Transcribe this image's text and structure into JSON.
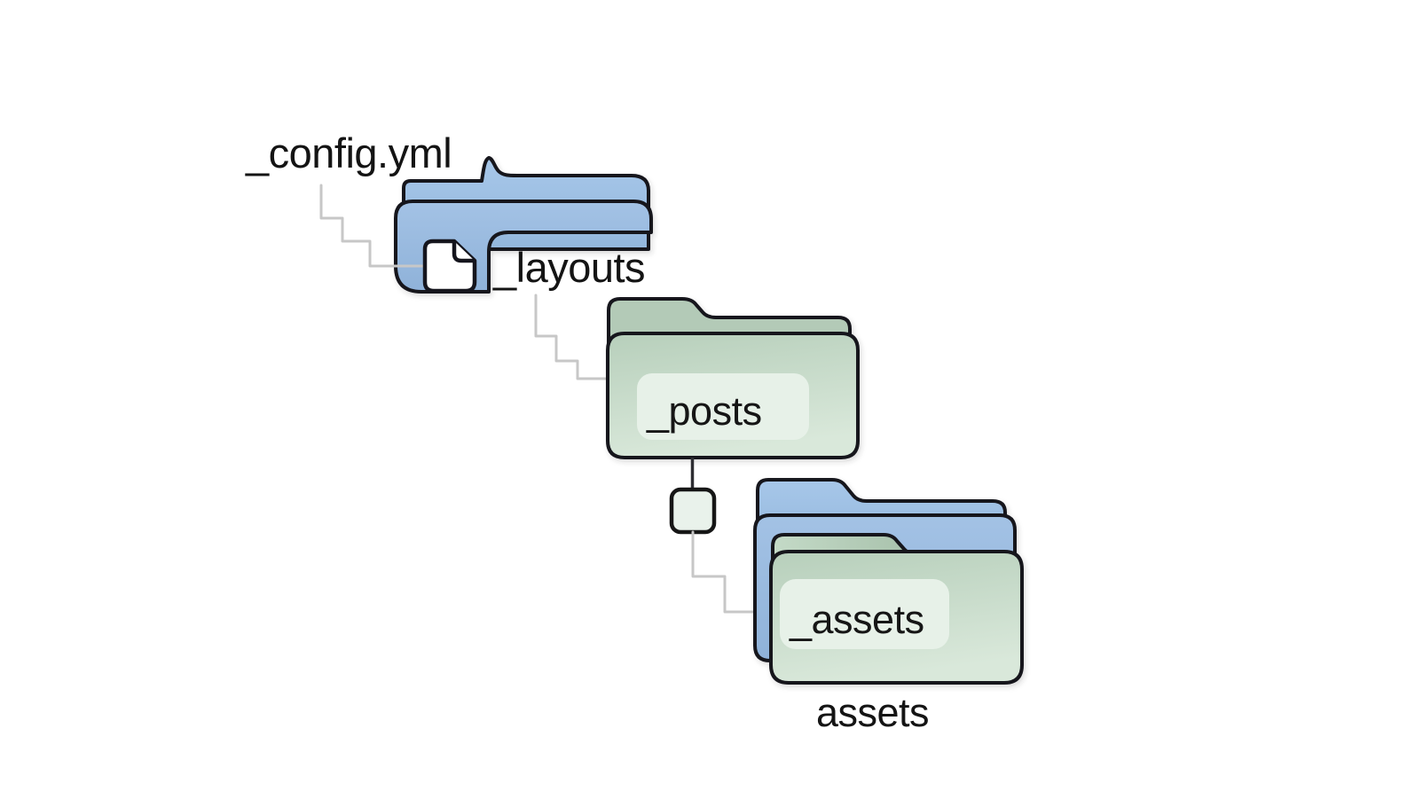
{
  "diagram": {
    "background_color": "#ffffff",
    "outline_color": "#15151d",
    "connector_gray_color": "#c7c7c7",
    "connector_dark_color": "#2e2e33",
    "folder_blue_color": "#9ec1e5",
    "folder_green_color": "#c1d7c4",
    "label_badge_color": "#e7f1e8",
    "file_icon_color": "#ffffff",
    "nodes": [
      {
        "id": "config",
        "label": "_config.yml",
        "kind": "file",
        "icon": "file-icon",
        "color_name": "white"
      },
      {
        "id": "layouts",
        "label": "_layouts",
        "kind": "folder",
        "icon": "folder-icon",
        "color_name": "blue"
      },
      {
        "id": "posts",
        "label": "_posts",
        "kind": "folder",
        "icon": "folder-icon",
        "color_name": "green"
      },
      {
        "id": "assets_private",
        "label": "_assets",
        "kind": "folder",
        "icon": "folder-icon",
        "color_name": "green"
      },
      {
        "id": "assets",
        "label": "assets",
        "kind": "folder",
        "icon": "folder-icon",
        "color_name": "blue"
      }
    ],
    "edges": [
      {
        "from": "config",
        "to": "layouts",
        "style": "stepped-gray"
      },
      {
        "from": "layouts",
        "to": "posts",
        "style": "stepped-gray"
      },
      {
        "from": "posts",
        "to": "assets",
        "style": "dark-then-stepped-gray",
        "junction": "square-node"
      }
    ]
  }
}
